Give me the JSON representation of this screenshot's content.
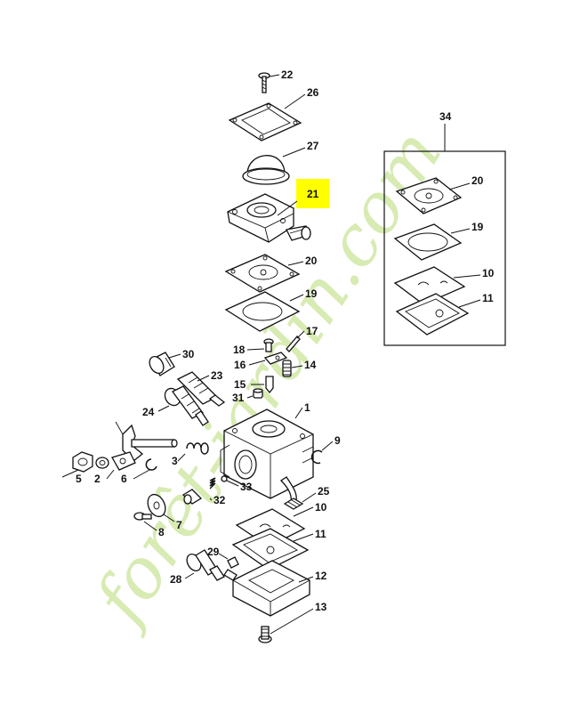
{
  "watermark": {
    "text": "forêt-jardin.com",
    "color": "#b7db76"
  },
  "highlight": {
    "label": "21",
    "color": "#ffff00"
  },
  "kit": {
    "label": "34",
    "items": [
      "20",
      "19",
      "10",
      "11"
    ]
  },
  "labels": {
    "n1": "1",
    "n2": "2",
    "n3": "3",
    "n5": "5",
    "n6": "6",
    "n7": "7",
    "n8": "8",
    "n9": "9",
    "n10a": "10",
    "n10b": "10",
    "n11a": "11",
    "n11b": "11",
    "n12": "12",
    "n13": "13",
    "n14": "14",
    "n15": "15",
    "n16": "16",
    "n17": "17",
    "n18": "18",
    "n19a": "19",
    "n19b": "19",
    "n20a": "20",
    "n20b": "20",
    "n22": "22",
    "n23": "23",
    "n24": "24",
    "n25": "25",
    "n26": "26",
    "n27": "27",
    "n28": "28",
    "n29": "29",
    "n30": "30",
    "n31": "31",
    "n32": "32",
    "n33": "33"
  }
}
